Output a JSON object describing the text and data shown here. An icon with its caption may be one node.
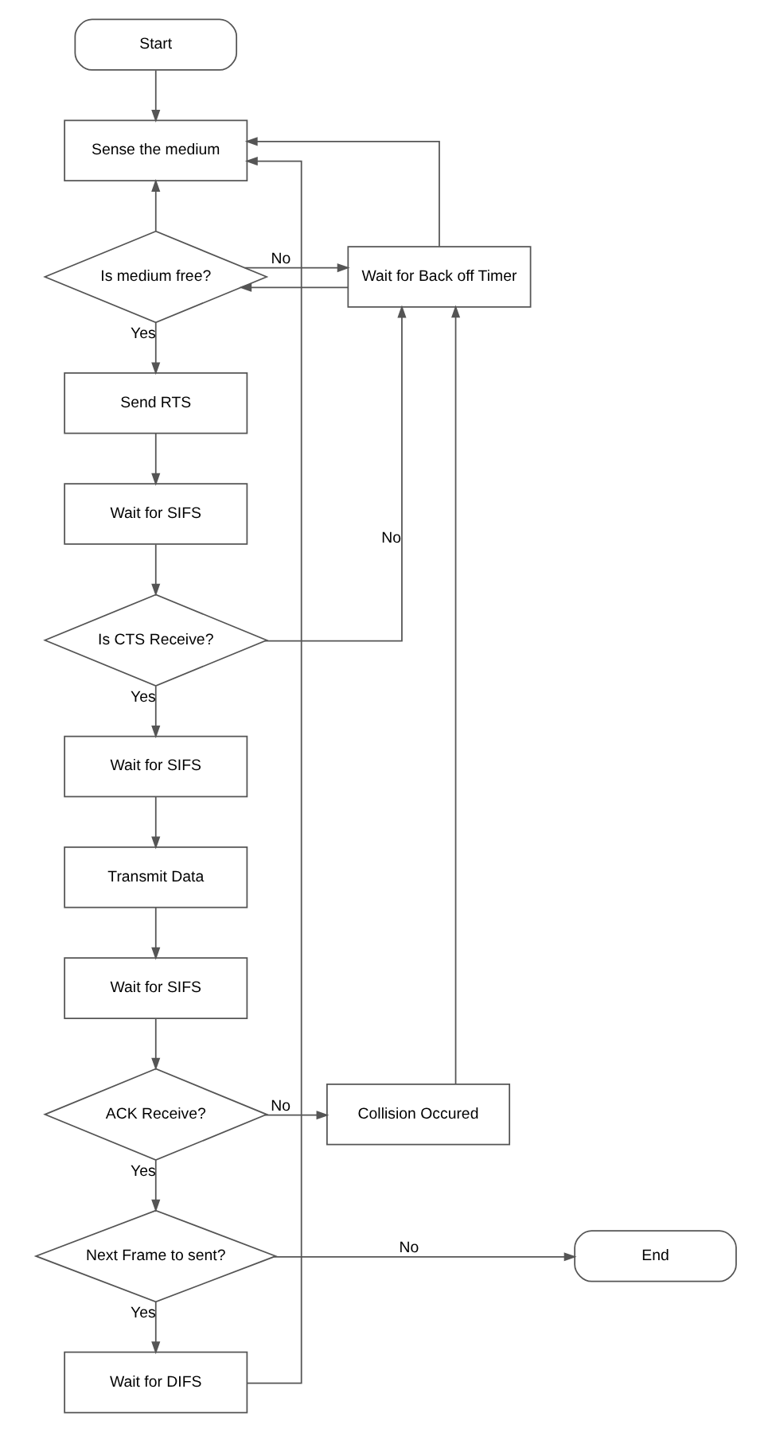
{
  "diagram": {
    "nodes": [
      {
        "text": [
          "Start"
        ]
      },
      {
        "text": [
          "Sense the medium"
        ]
      },
      {
        "text": [
          "Is medium free?"
        ]
      },
      {
        "text": [
          "Wait for Back off Timer"
        ]
      },
      {
        "text": [
          "Send RTS"
        ]
      },
      {
        "text": [
          "Wait for SIFS"
        ]
      },
      {
        "text": [
          "Is CTS Receive?"
        ]
      },
      {
        "text": [
          "Wait for SIFS"
        ]
      },
      {
        "text": [
          "Transmit Data"
        ]
      },
      {
        "text": [
          "Wait for SIFS"
        ]
      },
      {
        "text": [
          "ACK Receive?"
        ]
      },
      {
        "text": [
          "Collision Occured"
        ]
      },
      {
        "text": [
          "Next Frame to sent?"
        ]
      },
      {
        "text": [
          "End"
        ]
      },
      {
        "text": [
          "Wait for DIFS"
        ]
      }
    ],
    "edges": [
      {
        "from": 0,
        "to": 1,
        "arrow": "to"
      },
      {
        "from": 2,
        "to": 1,
        "arrow": "to"
      },
      {
        "from": 3,
        "to": 1,
        "arrow": "to"
      },
      {
        "from": 3,
        "to": 2,
        "arrow": "to"
      },
      {
        "from": 2,
        "to": 3,
        "arrow": "to",
        "label": "No"
      },
      {
        "from": 2,
        "to": 4,
        "arrow": "to",
        "label": "Yes"
      },
      {
        "from": 4,
        "to": 5,
        "arrow": "to"
      },
      {
        "from": 5,
        "to": 6,
        "arrow": "to"
      },
      {
        "from": 6,
        "to": 3,
        "arrow": "to",
        "label": "No"
      },
      {
        "from": 6,
        "to": 7,
        "arrow": "to",
        "label": "Yes"
      },
      {
        "from": 7,
        "to": 8,
        "arrow": "to"
      },
      {
        "from": 8,
        "to": 9,
        "arrow": "to"
      },
      {
        "from": 9,
        "to": 10,
        "arrow": "to"
      },
      {
        "from": 10,
        "to": 11,
        "arrow": "to",
        "label": "No"
      },
      {
        "from": 11,
        "to": 3,
        "arrow": "to"
      },
      {
        "from": 10,
        "to": 12,
        "arrow": "to",
        "label": "Yes"
      },
      {
        "from": 12,
        "to": 13,
        "arrow": "to",
        "label": "No"
      },
      {
        "from": 12,
        "to": 14,
        "arrow": "to",
        "label": "Yes"
      },
      {
        "from": 14,
        "to": 1,
        "arrow": "to"
      }
    ]
  }
}
